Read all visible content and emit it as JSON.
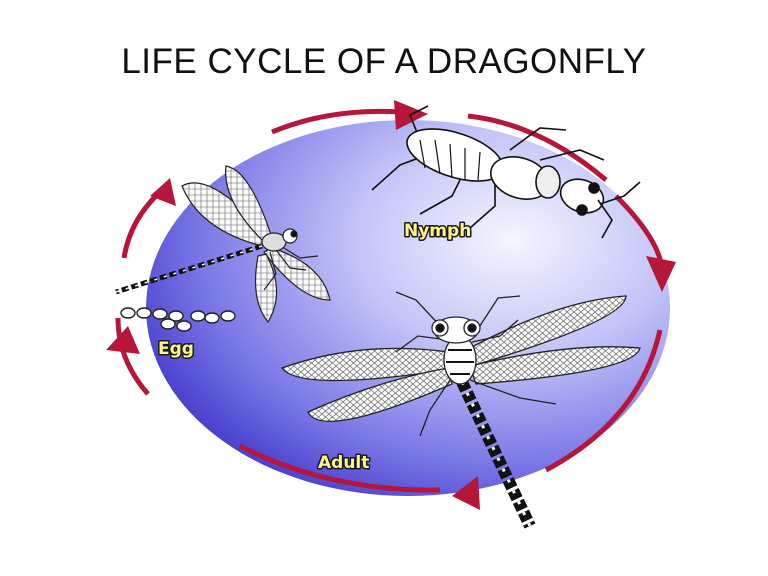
{
  "slide": {
    "title": "LIFE CYCLE OF A DRAGONFLY"
  },
  "diagram": {
    "stages": [
      {
        "name": "egg",
        "label": "Egg"
      },
      {
        "name": "nymph",
        "label": "Nymph"
      },
      {
        "name": "adult",
        "label": "Adult"
      }
    ],
    "colors": {
      "circle_light": "#f2f4ff",
      "circle_mid": "#8e8ef0",
      "circle_dark": "#3a30c8",
      "arrow": "#b5163a",
      "label_fill": "#fff58a"
    },
    "icons": [
      "adult-dragonfly-icon",
      "nymph-icon",
      "egg-cluster-icon",
      "cycle-arrow-icon"
    ]
  }
}
